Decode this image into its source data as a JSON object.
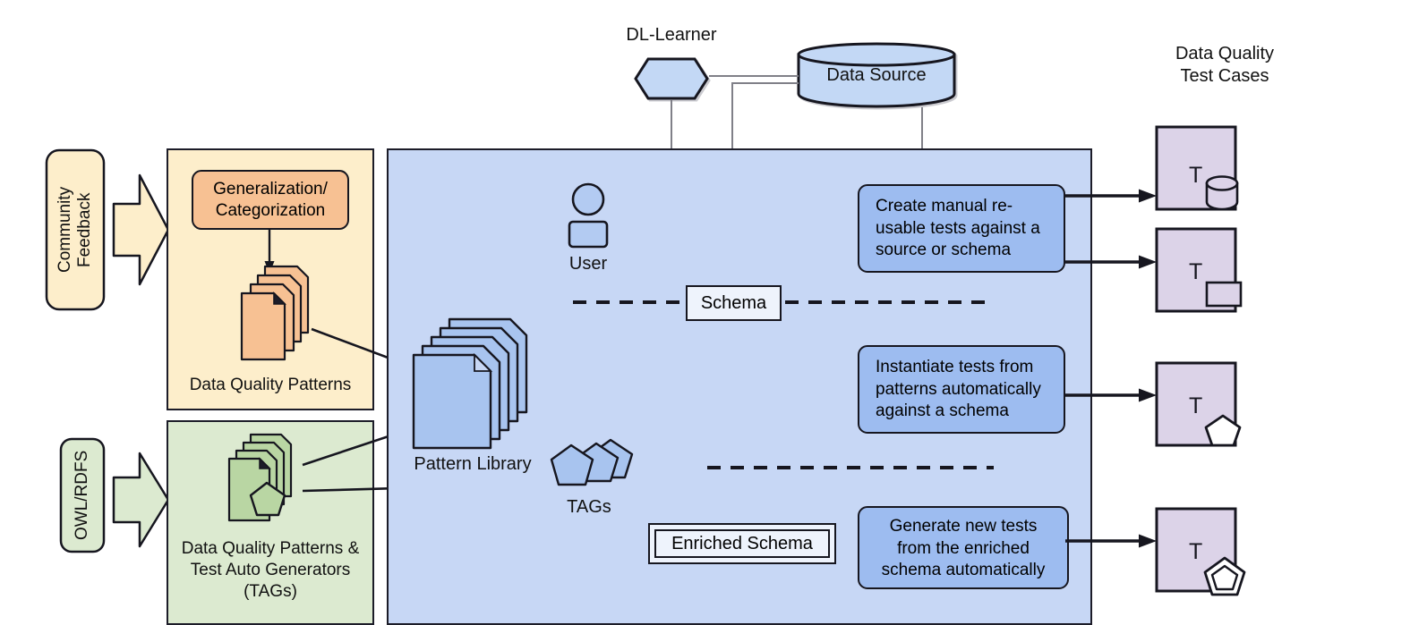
{
  "diagram": {
    "title_top_center": "DL-Learner",
    "title_right": "Data Quality\nTest Cases",
    "right_title_line1": "Data Quality",
    "right_title_line2": "Test Cases"
  },
  "inputs": [
    {
      "id": "community-feedback",
      "label": "Community\nFeedback",
      "line1": "Community",
      "line2": "Feedback",
      "color": "#fdeecb"
    },
    {
      "id": "owl-rdfs",
      "label": "OWL/RDFS",
      "line1": "OWL/RDFS",
      "line2": "",
      "color": "#dcead0"
    }
  ],
  "left_panels": [
    {
      "id": "data-quality-patterns",
      "caption": "Data Quality Patterns",
      "caption_lines": [
        "Data Quality Patterns"
      ],
      "fill": "#fdeecb",
      "box_label": "Generalization/\nCategorization",
      "box_line1": "Generalization/",
      "box_line2": "Categorization",
      "box_fill": "#f7c193",
      "stack_fill": "#f7c193"
    },
    {
      "id": "data-quality-patterns-tags",
      "caption": "Data Quality Patterns &\nTest Auto Generators\n(TAGs)",
      "caption_lines": [
        "Data Quality Patterns &",
        "Test Auto Generators",
        "(TAGs)"
      ],
      "fill": "#dcead0",
      "stack_fill": "#b9d6a3"
    }
  ],
  "top_nodes": {
    "dl_learner": {
      "label": "DL-Learner",
      "shape": "hexagon",
      "fill": "#c3d8f5"
    },
    "data_source": {
      "label": "Data Source",
      "shape": "cylinder",
      "fill": "#c3d8f5"
    }
  },
  "main_panel": {
    "fill": "#c7d7f5",
    "user": {
      "label": "User",
      "icon": "user-icon"
    },
    "pattern_library": {
      "label": "Pattern Library",
      "fill": "#a8c4ef"
    },
    "tags": {
      "label": "TAGs",
      "fill": "#a8c4ef"
    },
    "schema": {
      "label": "Schema"
    },
    "enriched_schema": {
      "label": "Enriched Schema"
    },
    "process_boxes": [
      {
        "id": "create-manual-tests",
        "fill": "#9dbcf0",
        "align": "left",
        "lines": [
          "Create manual re-",
          "usable tests against a",
          "source or schema"
        ]
      },
      {
        "id": "instantiate-tests",
        "fill": "#9dbcf0",
        "align": "left",
        "lines": [
          "Instantiate tests from",
          "patterns automatically",
          "against a schema"
        ]
      },
      {
        "id": "generate-new-tests",
        "fill": "#9dbcf0",
        "align": "center",
        "lines": [
          "Generate new tests",
          "from the enriched",
          "schema automatically"
        ]
      }
    ]
  },
  "test_cases": [
    {
      "id": "test-case-source",
      "letter": "T",
      "badge": "cylinder-icon",
      "fill": "#dcd3e8"
    },
    {
      "id": "test-case-schema",
      "letter": "T",
      "badge": "rectangle-icon",
      "fill": "#dcd3e8"
    },
    {
      "id": "test-case-pattern",
      "letter": "T",
      "badge": "pentagon-icon",
      "fill": "#dcd3e8"
    },
    {
      "id": "test-case-enriched-pattern",
      "letter": "T",
      "badge": "double-pentagon-icon",
      "fill": "#dcd3e8"
    }
  ],
  "colors": {
    "stroke": "#16161f",
    "thin_stroke": "#808088",
    "cream": "#fdeecb",
    "orange": "#f7c193",
    "green_panel": "#dcead0",
    "green_doc": "#b9d6a3",
    "blue_panel": "#c7d7f5",
    "blue_doc": "#a8c4ef",
    "blue_box": "#9dbcf0",
    "purple": "#dcd3e8"
  }
}
